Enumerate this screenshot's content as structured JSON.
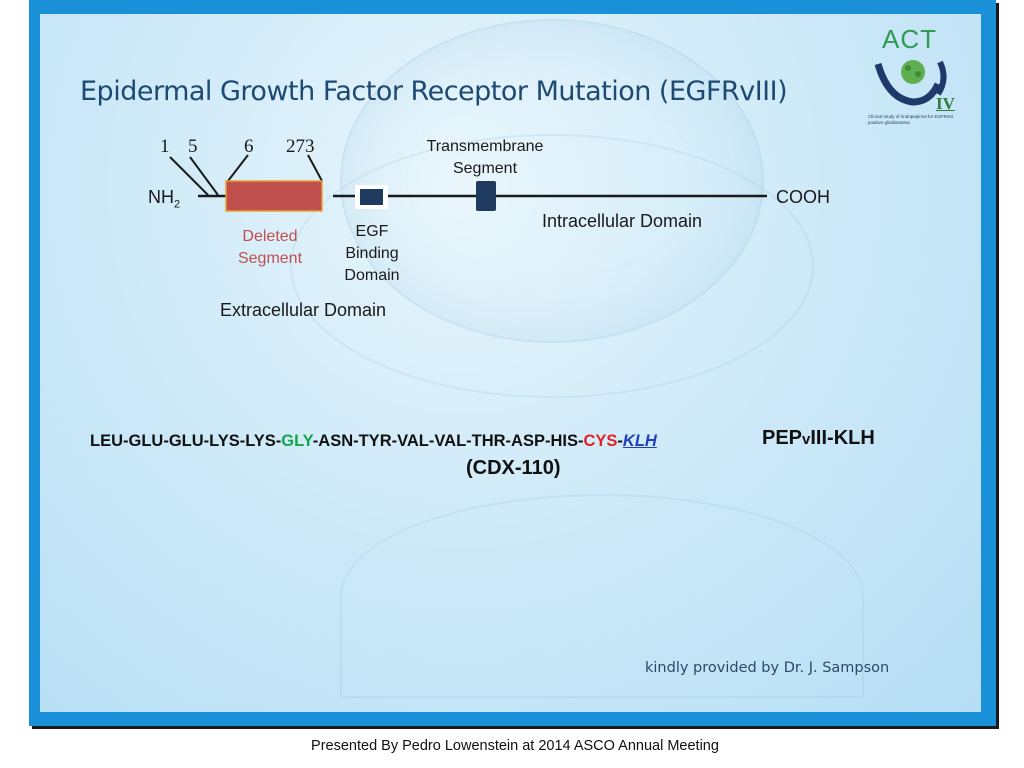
{
  "slide": {
    "title": "Epidermal Growth Factor Receptor Mutation (EGFRvIII)",
    "logo": {
      "text": "ACT",
      "numeral": "IV",
      "caption": "Clinical study of rindopepimut for EGFRvIII positive glioblastoma"
    },
    "diagram": {
      "n_terminus": "NH",
      "n_terminus_sub": "2",
      "c_terminus": "COOH",
      "residue_numbers": [
        "1",
        "5",
        "6",
        "273"
      ],
      "deleted_segment_line1": "Deleted",
      "deleted_segment_line2": "Segment",
      "egf_domain_lines": [
        "EGF",
        "Binding",
        "Domain"
      ],
      "transmembrane_lines": [
        "Transmembrane",
        "Segment"
      ],
      "intracellular_label": "Intracellular Domain",
      "extracellular_label": "Extracellular Domain"
    },
    "peptide": {
      "prefix": "LEU-GLU-GLU-LYS-LYS-",
      "gly": "GLY",
      "middle": "-ASN-TYR-VAL-VAL-THR-ASP-HIS-",
      "cys": "CYS",
      "dash": "-",
      "klh": "KLH",
      "name_part1": "PEP",
      "name_part2": "v",
      "name_part3": "III-KLH",
      "code": "(CDX-110)"
    },
    "credit": "kindly provided by Dr. J. Sampson"
  },
  "footer": "Presented By Pedro Lowenstein at 2014 ASCO Annual Meeting",
  "colors": {
    "frame": "#1a90d8",
    "title": "#1d4a72",
    "deleted_segment": "#c0504d",
    "domain_box": "#1f3a5f",
    "gly": "#15a44a",
    "cys": "#e0202a",
    "klh": "#1f3fbf"
  }
}
